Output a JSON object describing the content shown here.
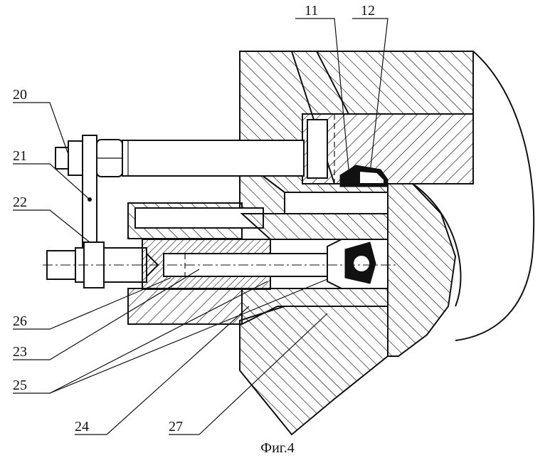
{
  "figure": {
    "caption": "Фиг.4",
    "reference_labels": [
      "11",
      "12",
      "20",
      "21",
      "22",
      "26",
      "23",
      "25",
      "24",
      "27"
    ]
  }
}
